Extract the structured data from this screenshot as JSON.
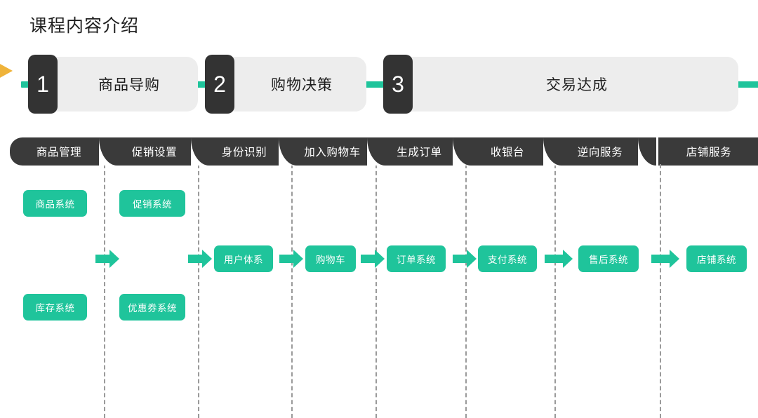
{
  "title": "课程内容介绍",
  "colors": {
    "teal": "#1FC49B",
    "orange": "#EFB33A",
    "banner_dark": "#3A3A3A",
    "phase_num_dark": "#333333",
    "phase_body_gray": "#EDEDED",
    "divider_gray": "#9A9A9A",
    "background": "#FFFFFF"
  },
  "phases": [
    {
      "number": "1",
      "label": "商品导购"
    },
    {
      "number": "2",
      "label": "购物决策"
    },
    {
      "number": "3",
      "label": "交易达成"
    }
  ],
  "stages": [
    {
      "label": "商品管理"
    },
    {
      "label": "促销设置"
    },
    {
      "label": "身份识别"
    },
    {
      "label": "加入购物车"
    },
    {
      "label": "生成订单"
    },
    {
      "label": "收银台"
    },
    {
      "label": "逆向服务"
    },
    {
      "label": "店铺服务"
    }
  ],
  "systems": {
    "top_row": [
      {
        "label": "商品系统"
      },
      {
        "label": "促销系统"
      }
    ],
    "middle_row": [
      {
        "label": "用户体系"
      },
      {
        "label": "购物车"
      },
      {
        "label": "订单系统"
      },
      {
        "label": "支付系统"
      },
      {
        "label": "售后系统"
      },
      {
        "label": "店铺系统"
      }
    ],
    "bottom_row": [
      {
        "label": "库存系统"
      },
      {
        "label": "优惠券系统"
      }
    ]
  },
  "arrows": {
    "count": 7,
    "direction": "right",
    "semantic": "flow-arrow-right"
  },
  "markers": {
    "orange_pointer": "triangle-right-marker"
  }
}
